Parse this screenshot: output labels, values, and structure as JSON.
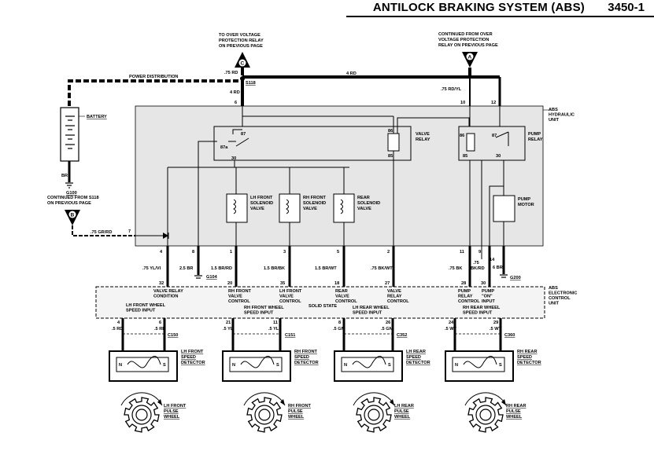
{
  "header": {
    "title": "ANTILOCK BRAKING SYSTEM (ABS)",
    "page": "3450-1"
  },
  "notes": {
    "top_left": [
      "TO OVER VOLTAGE",
      "PROTECTION RELAY",
      "ON PREVIOUS PAGE"
    ],
    "top_right": [
      "CONTINUED FROM OVER",
      "VOLTAGE PROTECTION",
      "RELAY ON PREVIOUS PAGE"
    ],
    "left": [
      "CONTINUED FROM S118",
      "ON PREVIOUS PAGE"
    ]
  },
  "connectors": {
    "c": "C",
    "a": "A",
    "b": "B"
  },
  "power_distribution": "POWER DISTRIBUTION",
  "battery": "BATTERY",
  "splice": "S118",
  "grounds": {
    "g100": "G100",
    "g104": "G104",
    "g200": "G200"
  },
  "hydraulic_unit": [
    "ABS",
    "HYDRAULIC",
    "UNIT"
  ],
  "ecu": [
    "ABS",
    "ELECTRONIC",
    "CONTROL",
    "UNIT"
  ],
  "solid_state": "SOLID STATE",
  "relays": {
    "valve": [
      "VALVE",
      "RELAY"
    ],
    "pump": [
      "PUMP",
      "RELAY"
    ],
    "pins_valve": [
      "87",
      "30",
      "86",
      "85",
      "87a"
    ],
    "pins_pump": [
      "86",
      "87",
      "85",
      "30"
    ]
  },
  "solenoids": {
    "lh": [
      "LH FRONT",
      "SOLENOID",
      "VALVE"
    ],
    "rh": [
      "RH FRONT",
      "SOLENOID",
      "VALVE"
    ],
    "rear": [
      "REAR",
      "SOLENOID",
      "VALVE"
    ]
  },
  "pump_motor": [
    "PUMP",
    "MOTOR"
  ],
  "wires": {
    "rd75_top": ".75 RD",
    "rd4_top": "4 RD",
    "rd4_mid": "4 RD",
    "rdyl": ".75 RD/YL",
    "br": "BR",
    "grrd": ".75 GR/RD",
    "ylvi": ".75 YL/VI",
    "br25": "2.5 BR",
    "brrd15": "1.5 BR/RD",
    "brbk15": "1.5 BR/BK",
    "brwt15": "1.5 BR/WT",
    "bkwt75": ".75 BK/WT",
    "bk75": ".75 BK",
    "bkrd75": [
      ".75",
      "BK/RD"
    ],
    "br6": "6 BR"
  },
  "pins": {
    "hyd": [
      "6",
      "10",
      "12",
      "7",
      "4",
      "8",
      "1",
      "3",
      "5",
      "2",
      "11",
      "9",
      "14"
    ],
    "ecu": [
      "32",
      "20",
      "35",
      "18",
      "27",
      "28",
      "30"
    ],
    "sensor": [
      "4",
      "6",
      "21",
      "11",
      "8",
      "26",
      "24",
      "29"
    ]
  },
  "ecu_labels": {
    "valve_cond": [
      "VALVE RELAY",
      "CONDITION"
    ],
    "lh_wheel": [
      "LH FRONT WHEEL",
      "SPEED INPUT"
    ],
    "rh_valve": [
      "RH FRONT",
      "VALVE",
      "CONTROL"
    ],
    "rh_wheel": [
      "RH FRONT WHEEL",
      "SPEED INPUT"
    ],
    "lh_valve": [
      "LH FRONT",
      "VALVE",
      "CONTROL"
    ],
    "rear_valve": [
      "REAR",
      "VALVE",
      "CONTROL"
    ],
    "lh_rear_wheel": [
      "LH REAR WHEEL",
      "SPEED INPUT"
    ],
    "valve_relay_ctl": [
      "VALVE",
      "RELAY",
      "CONTROL"
    ],
    "pump_relay_ctl": [
      "PUMP",
      "RELAY",
      "CONTROL"
    ],
    "pump_on": [
      "PUMP",
      "\"ON\"",
      "INPUT"
    ],
    "rh_rear_wheel": [
      "RH REAR WHEEL",
      "SPEED INPUT"
    ]
  },
  "sensor_wires": {
    "lh": [
      ".5 RD",
      ".5 RD"
    ],
    "rh": [
      ".5 YL",
      ".5 YL"
    ],
    "lhr": [
      ".5 GN",
      ".5 GN"
    ],
    "rhr": [
      ".5 WT",
      ".5 WT"
    ]
  },
  "sensor_conns": [
    "C150",
    "C151",
    "C352",
    "C360"
  ],
  "detector_ns": [
    "N",
    "S"
  ],
  "detectors": [
    [
      "LH FRONT",
      "SPEED",
      "DETECTOR"
    ],
    [
      "RH FRONT",
      "SPEED",
      "DETECTOR"
    ],
    [
      "LH REAR",
      "SPEED",
      "DETECTOR"
    ],
    [
      "RH REAR",
      "SPEED",
      "DETECTOR"
    ]
  ],
  "wheels": [
    [
      "LH FRONT",
      "PULSE",
      "WHEEL"
    ],
    [
      "RH FRONT",
      "PULSE",
      "WHEEL"
    ],
    [
      "LH REAR",
      "PULSE",
      "WHEEL"
    ],
    [
      "RH REAR",
      "PULSE",
      "WHEEL"
    ]
  ]
}
